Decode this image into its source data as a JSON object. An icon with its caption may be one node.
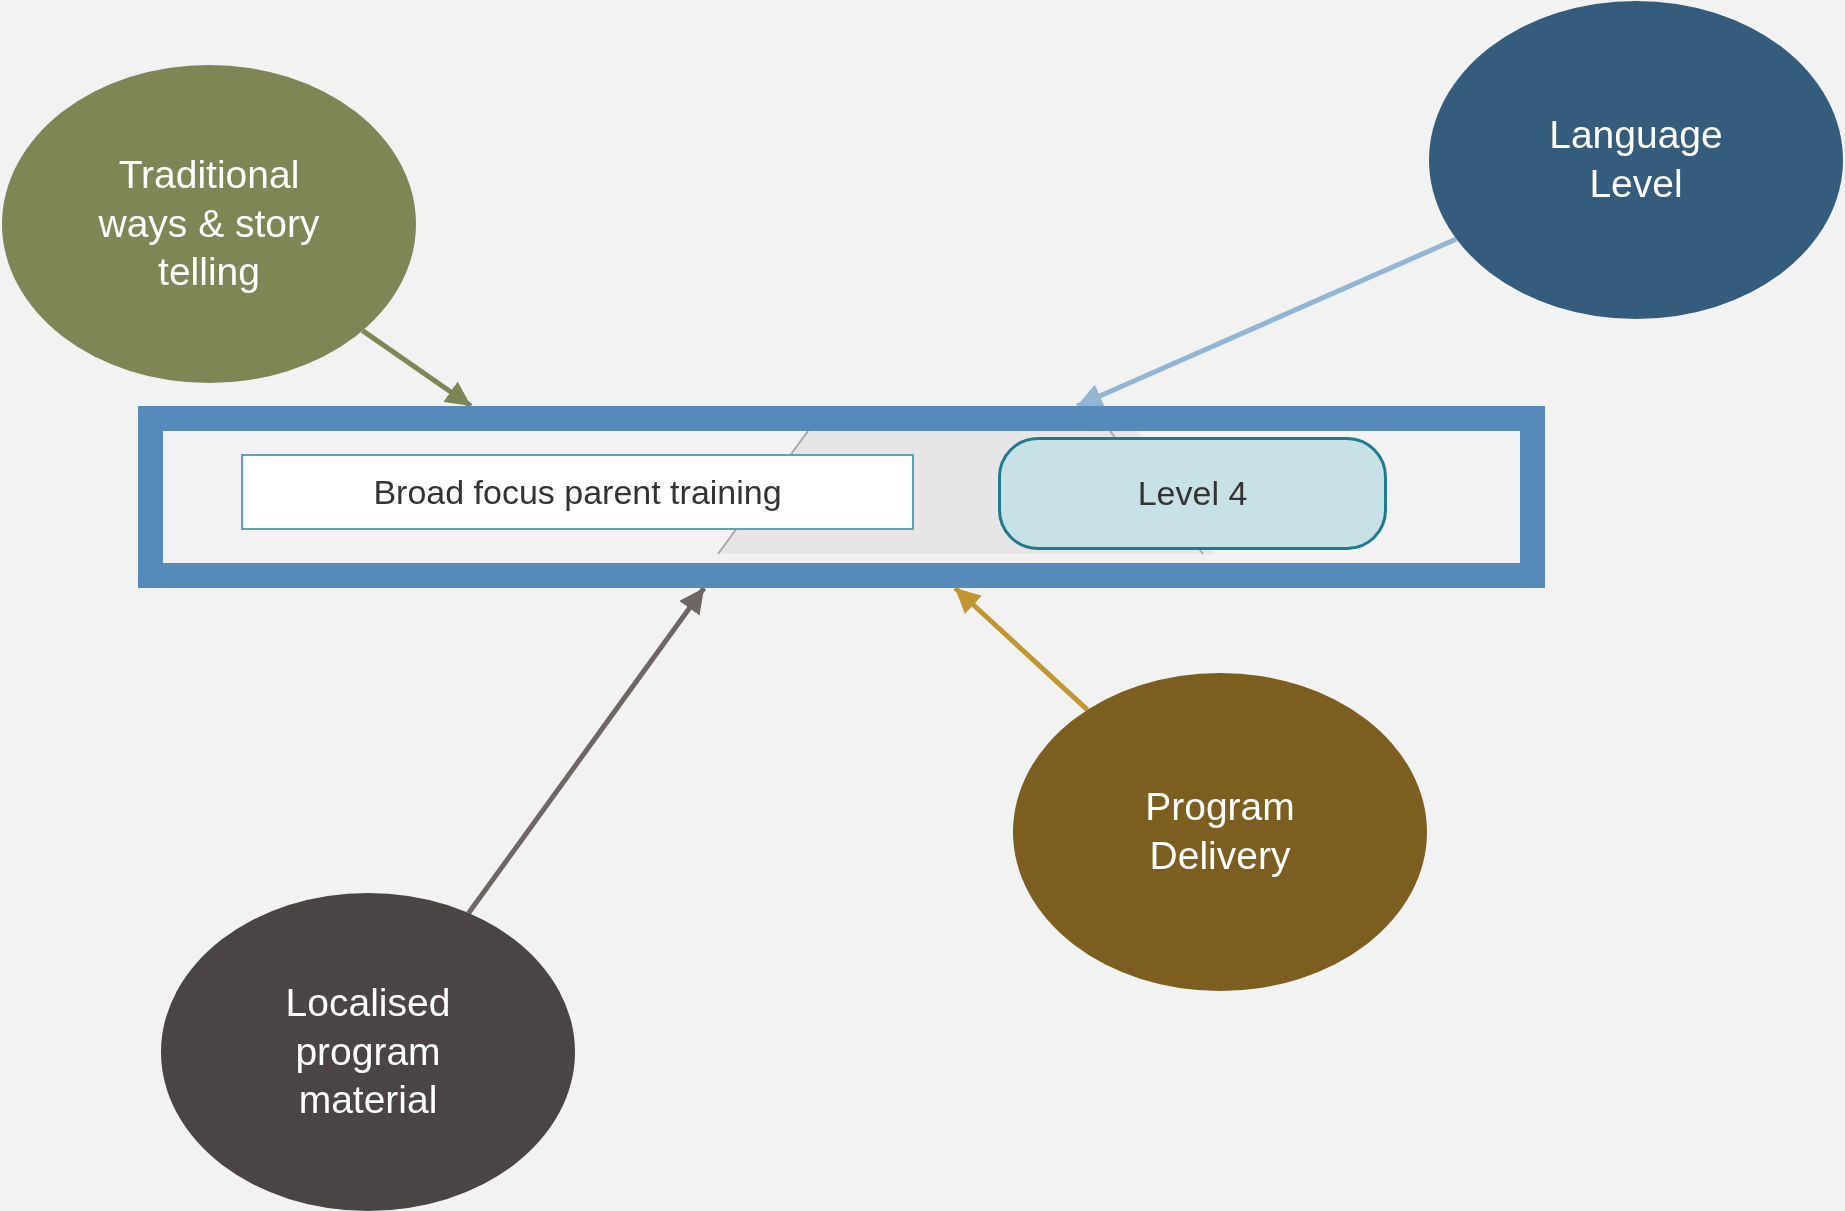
{
  "diagram": {
    "nodes": [
      {
        "text": [
          "Traditional ways & story telling"
        ]
      },
      {
        "text": [
          "Language Level"
        ]
      },
      {
        "text": [],
        "shape": "box"
      },
      {
        "text": [
          "Broad focus parent training"
        ],
        "in": 2
      },
      {
        "text": [
          "Level 4"
        ],
        "in": 2
      },
      {
        "text": [
          "Program Delivery"
        ]
      },
      {
        "text": [
          "Localised program material"
        ]
      }
    ],
    "edges": [
      {
        "from": 0,
        "to": 2,
        "arrow": "to",
        "color": "#7f8555"
      },
      {
        "from": 1,
        "to": 2,
        "arrow": "to",
        "color": "#93b5d4"
      },
      {
        "from": 6,
        "to": 2,
        "arrow": "to",
        "color": "#6e6565"
      },
      {
        "from": 5,
        "to": 2,
        "arrow": "to",
        "color": "#bf962f"
      }
    ]
  }
}
